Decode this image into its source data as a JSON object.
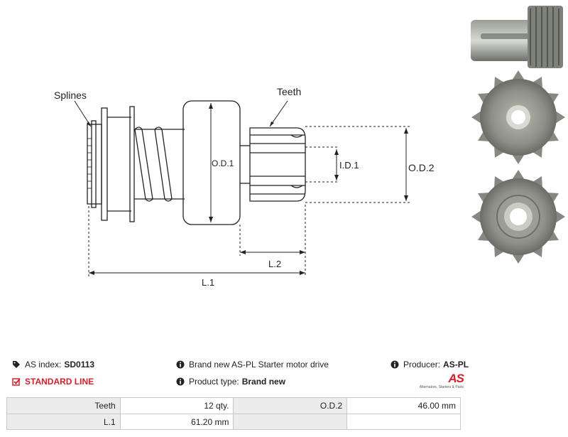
{
  "diagram": {
    "labels": {
      "splines": "Splines",
      "teeth": "Teeth",
      "od1": "O.D.1",
      "id1": "I.D.1",
      "od2": "O.D.2",
      "l2": "L.2",
      "l1": "L.1"
    }
  },
  "photos": [
    "pinion-side-view",
    "pinion-front-view",
    "pinion-back-view"
  ],
  "info": {
    "as_index_label": "AS index:",
    "as_index_value": "SD0113",
    "standard_line": "STANDARD LINE",
    "description": "Brand new AS-PL Starter motor drive",
    "product_type_label": "Product type:",
    "product_type_value": "Brand new",
    "producer_label": "Producer:",
    "producer_value": "AS-PL",
    "logo_mark": "AS",
    "logo_tagline": "Alternators, Starters & Parts"
  },
  "specs": {
    "rows": [
      {
        "label_a": "Teeth",
        "value_a": "12 qty.",
        "label_b": "O.D.2",
        "value_b": "46.00 mm"
      },
      {
        "label_a": "L.1",
        "value_a": "61.20 mm",
        "label_b": "",
        "value_b": ""
      }
    ]
  },
  "colors": {
    "accent": "#d4202a",
    "table_label_bg": "#ececec",
    "border": "#c8c8c8"
  }
}
